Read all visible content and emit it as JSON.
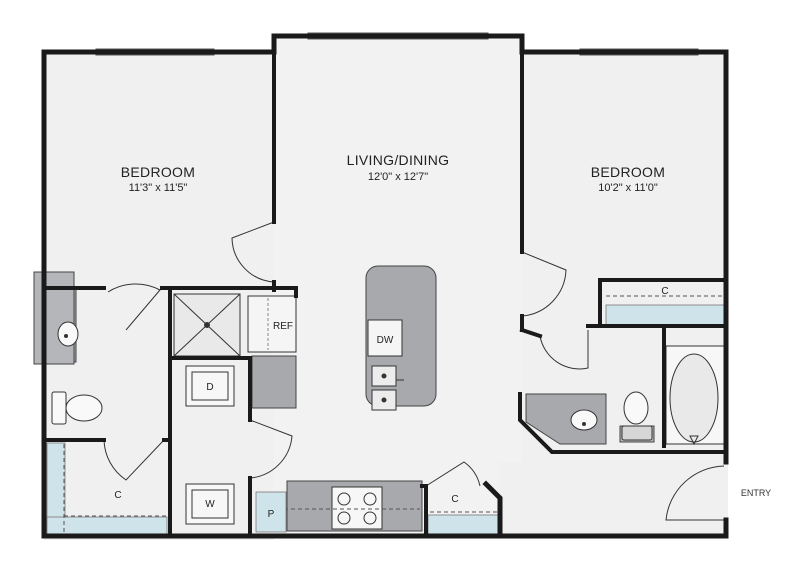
{
  "rooms": {
    "bedroom_left": {
      "name": "BEDROOM",
      "dims": "11'3\" x 11'5\""
    },
    "living_dining": {
      "name": "LIVING/DINING",
      "dims": "12'0\" x 12'7\""
    },
    "bedroom_right": {
      "name": "BEDROOM",
      "dims": "10'2\" x 11'0\""
    }
  },
  "labels": {
    "closet": "C",
    "dishwasher": "DW",
    "refrigerator": "REF",
    "dryer": "D",
    "washer": "W",
    "pantry": "P",
    "entry": "ENTRY"
  },
  "colors": {
    "floor": "#f0f0f0",
    "wall": "#1a1a1a",
    "counter": "#a7a9ac",
    "closet_shelf": "#cfe3ea"
  }
}
